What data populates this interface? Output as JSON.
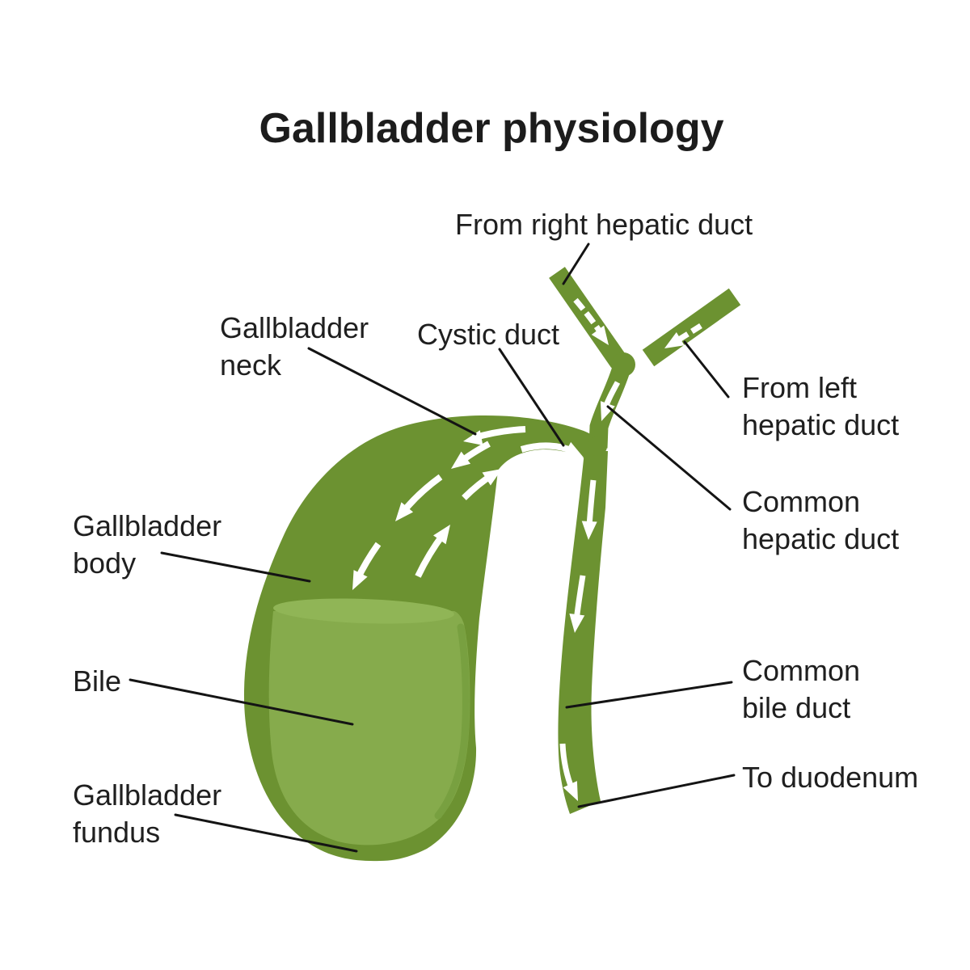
{
  "title": "Gallbladder physiology",
  "labels": {
    "from_right_hepatic_duct": "From right hepatic duct",
    "gallbladder_neck_line1": "Gallbladder",
    "gallbladder_neck_line2": "neck",
    "cystic_duct": "Cystic duct",
    "from_left_hepatic_duct_line1": "From left",
    "from_left_hepatic_duct_line2": "hepatic duct",
    "common_hepatic_duct_line1": "Common",
    "common_hepatic_duct_line2": "hepatic duct",
    "gallbladder_body_line1": "Gallbladder",
    "gallbladder_body_line2": "body",
    "bile": "Bile",
    "common_bile_duct_line1": "Common",
    "common_bile_duct_line2": "bile duct",
    "to_duodenum": "To duodenum",
    "gallbladder_fundus_line1": "Gallbladder",
    "gallbladder_fundus_line2": "fundus"
  },
  "colors": {
    "diagram_green": "#6C9231",
    "bile_fill": "#86AB4C",
    "bile_surface": "#90B556",
    "bile_shade": "#78A040",
    "flow_arrow": "#FFFFFF",
    "label_text": "#1F1F1F",
    "leader_line": "#141414",
    "background": "#FFFFFF"
  }
}
